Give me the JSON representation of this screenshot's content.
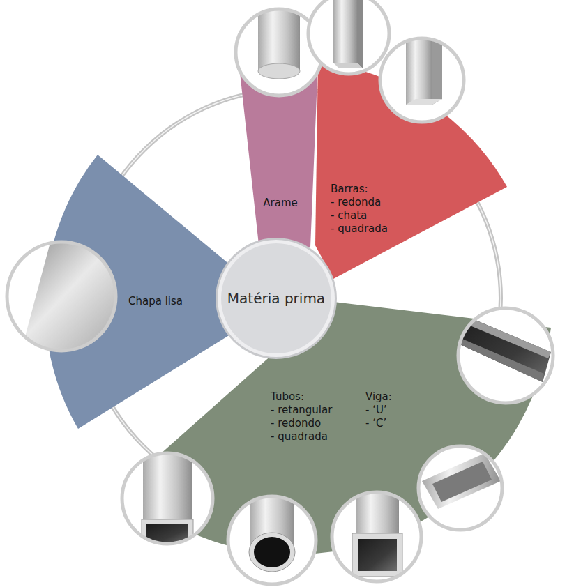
{
  "diagram": {
    "nodes": [
      {
        "text": [
          "Matéria prima"
        ]
      },
      {
        "text": [
          "Arame"
        ]
      },
      {
        "text": [
          "Barras: - redonda - chata - quadrada"
        ]
      },
      {
        "text": [
          "Tubos: - retangular - redondo - quadrada",
          "Viga: - ‘U’ - ‘C’"
        ]
      },
      {
        "text": [
          "Chapa lisa"
        ]
      }
    ]
  }
}
